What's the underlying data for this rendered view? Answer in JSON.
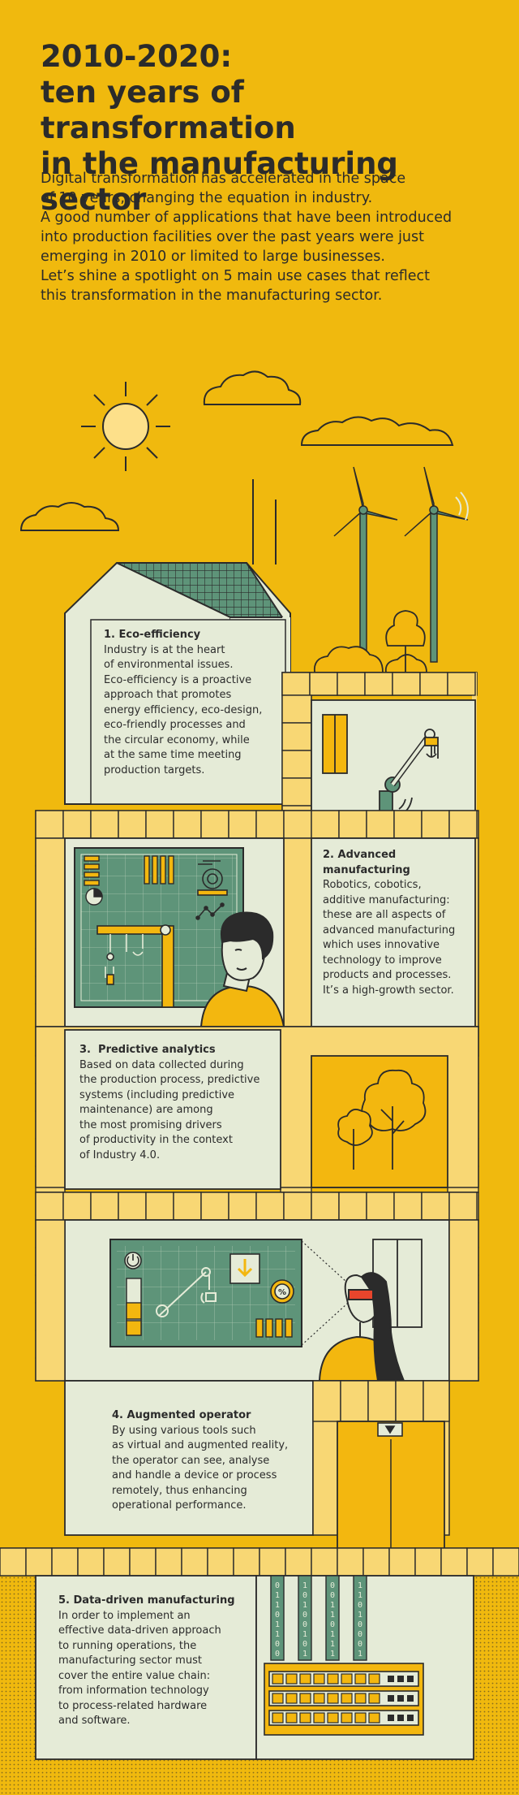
{
  "title": {
    "line1": "2010-2020:",
    "line2": "ten years of transformation",
    "line3": "in the manufacturing sector"
  },
  "intro": [
    "Digital transformation has accelerated in the space",
    "of 10 years, changing the equation in industry.",
    "A good number of applications that have been introduced",
    "into production facilities over the past years were just",
    "emerging in 2010 or limited to large businesses.",
    "Let’s shine a spotlight on 5 main use cases that reflect",
    "this transformation in the manufacturing sector."
  ],
  "cards": {
    "eco": {
      "heading": "1. Eco-efficiency",
      "lines": [
        "Industry is at the heart",
        "of environmental issues.",
        "Eco-efficiency is a proactive",
        "approach that promotes",
        "energy efficiency, eco-design,",
        "eco-friendly processes and",
        "the circular economy, while",
        "at the same time meeting",
        "production targets."
      ]
    },
    "advanced": {
      "heading": [
        "2. Advanced",
        "manufacturing"
      ],
      "lines": [
        "Robotics, cobotics,",
        "additive manufacturing:",
        "these are all aspects of",
        "advanced manufacturing",
        "which uses innovative",
        "technology to improve",
        "products and processes.",
        "It’s a high-growth sector."
      ]
    },
    "predictive": {
      "heading": "3.  Predictive analytics",
      "lines": [
        "Based on data collected during",
        "the production process, predictive",
        "systems (including predictive",
        "maintenance) are among",
        "the most promising drivers",
        "of productivity in the context",
        "of Industry 4.0."
      ]
    },
    "augmented": {
      "heading": "4. Augmented operator",
      "lines": [
        "By using various tools such",
        "as virtual and augmented reality,",
        "the operator can see, analyse",
        "and handle a device or process",
        "remotely, thus enhancing",
        "operational performance."
      ]
    },
    "datadriven": {
      "heading": "5. Data-driven manufacturing",
      "lines": [
        "In order to implement an",
        "effective data-driven approach",
        "to running operations, the",
        "manufacturing sector must",
        "cover the entire value chain:",
        "from information technology",
        "to process-related hardware",
        "and software."
      ]
    }
  },
  "binary_columns": [
    "01101100",
    "10100101",
    "00110111",
    "11010001"
  ],
  "gauge_symbol": "%",
  "colors": {
    "background": "#f0b90e",
    "ink": "#2b2b2b",
    "panel": "#e5ebd7",
    "teal": "#5e9479",
    "brick": "#f8d774",
    "yellow": "#f3b70f",
    "sun": "#fde08a"
  }
}
